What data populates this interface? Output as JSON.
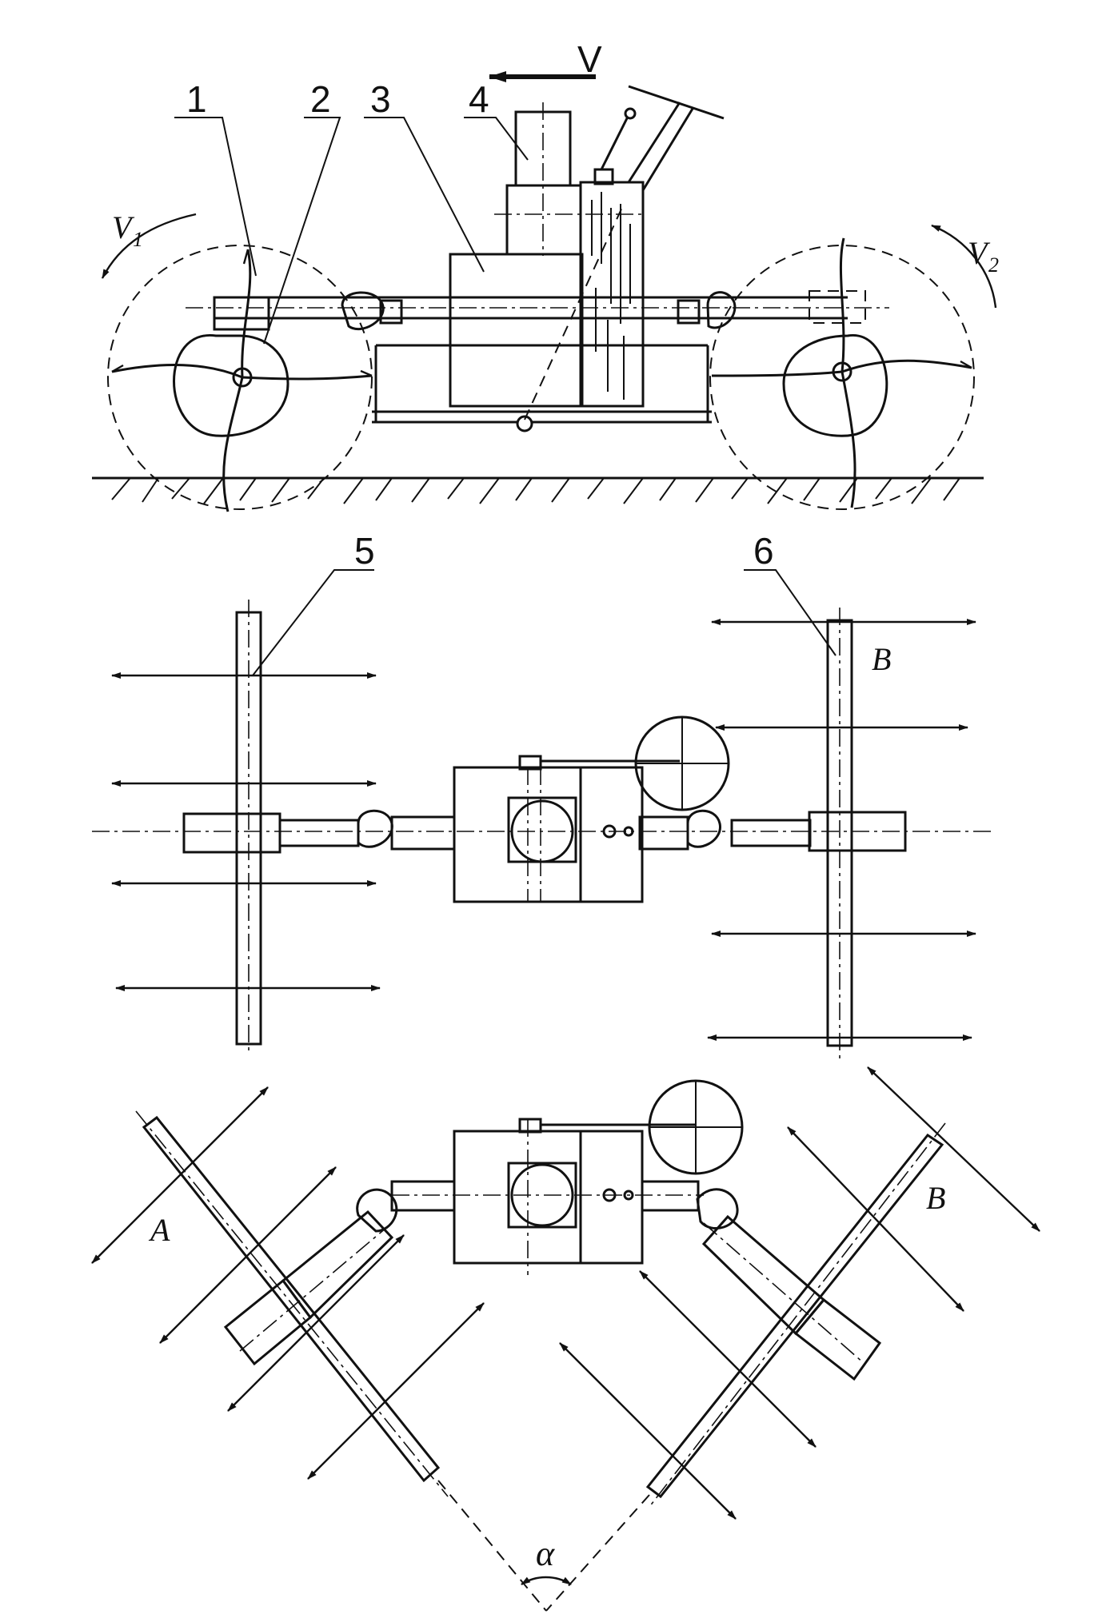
{
  "labels": {
    "l1": "1",
    "l2": "2",
    "l3": "3",
    "l4": "4",
    "l5": "5",
    "l6": "6"
  },
  "symbols": {
    "v": "V",
    "v1": "V",
    "v1_sub": "1",
    "v2": "V",
    "v2_sub": "2",
    "b_top": "B",
    "a_bottom": "A",
    "b_bottom": "B",
    "alpha": "α"
  }
}
